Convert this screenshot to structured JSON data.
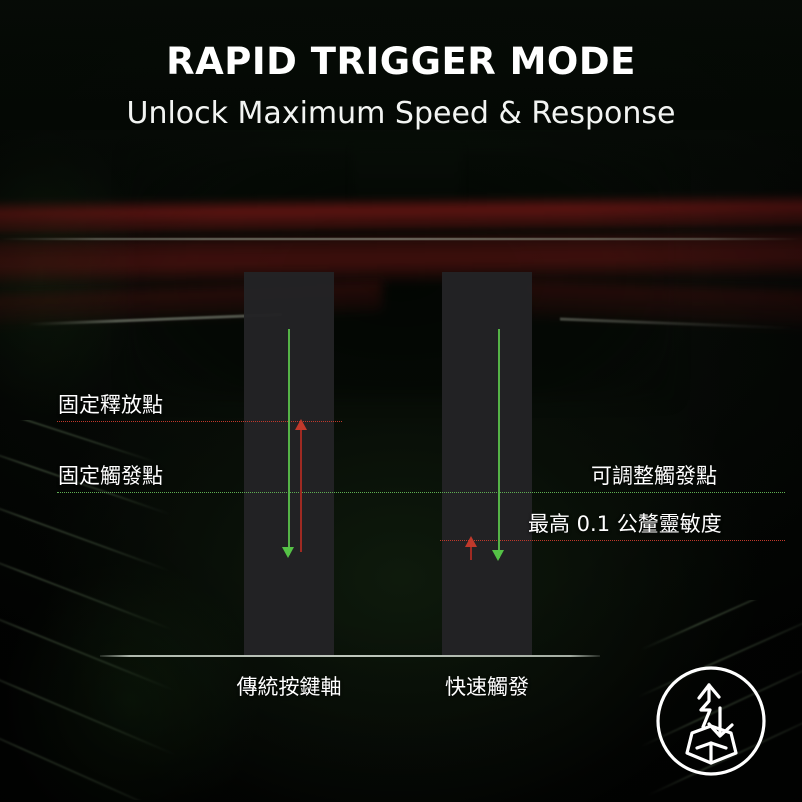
{
  "header": {
    "title": "RAPID TRIGGER MODE",
    "subtitle": "Unlock Maximum Speed & Response"
  },
  "diagram": {
    "columns": [
      {
        "id": "traditional",
        "axis_label": "傳統按鍵軸"
      },
      {
        "id": "rapid-trigger",
        "axis_label": "快速觸發"
      }
    ],
    "labels": {
      "fixed_release": "固定釋放點",
      "fixed_trigger": "固定觸發點",
      "adjustable_trigger": "可調整觸發點",
      "sensitivity": "最高 0.1 公釐靈敏度"
    },
    "colors": {
      "release_line": "#c0392b",
      "trigger_line": "#5fae52",
      "travel_arrow": "#55b347",
      "reset_arrow": "#9f2a22",
      "column_fill": "#232325",
      "baseline": "#d2dad0"
    }
  },
  "badge": {
    "icon_name": "rapid-trigger-keycap-icon",
    "color": "#ffffff"
  }
}
